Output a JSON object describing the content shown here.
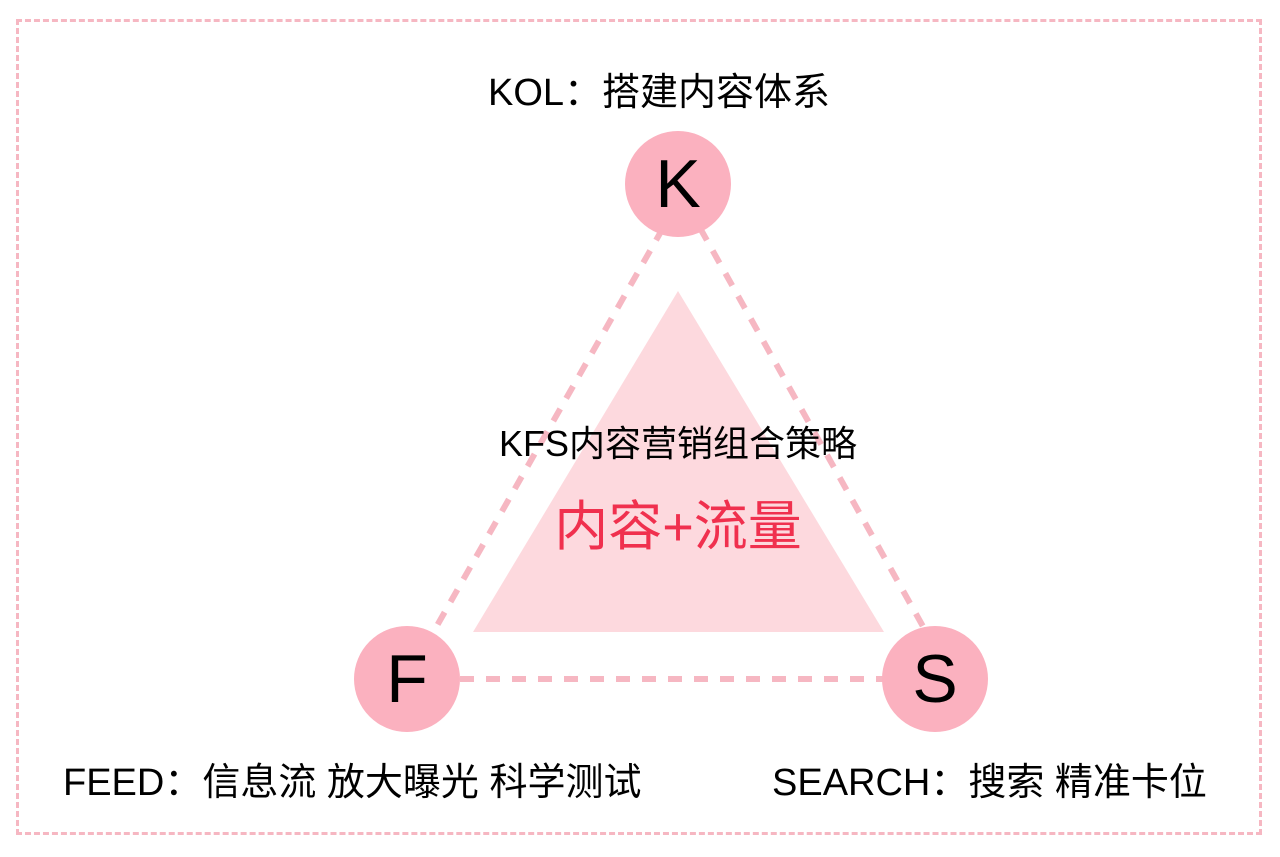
{
  "nodes": {
    "k": {
      "letter": "K",
      "label": "KOL：搭建内容体系"
    },
    "f": {
      "letter": "F",
      "label": "FEED：信息流 放大曝光 科学测试"
    },
    "s": {
      "letter": "S",
      "label": "SEARCH：搜索 精准卡位"
    }
  },
  "center": {
    "title": "KFS内容营销组合策略",
    "subtitle": "内容+流量"
  },
  "colors": {
    "node_fill": "#fbb1bf",
    "triangle_fill": "#fdd9de",
    "dash_line": "#f6b7c2",
    "subtitle_text": "#f0304e"
  }
}
